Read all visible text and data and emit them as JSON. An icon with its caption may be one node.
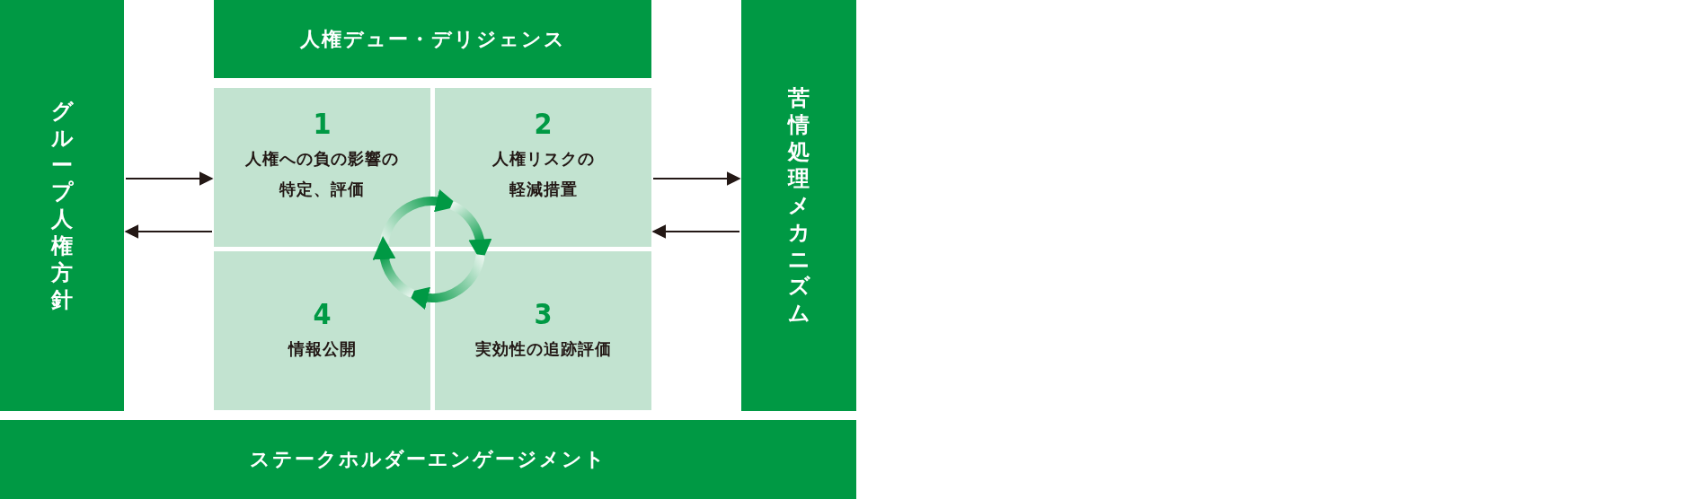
{
  "diagram": {
    "nodes": [
      {
        "text": [
          "グループ人権方針"
        ]
      },
      {
        "text": [
          "人権デュー・デリジェンス"
        ]
      },
      {
        "text": [
          "1",
          "人権への負の影響の特定、評価"
        ]
      },
      {
        "text": [
          "2",
          "人権リスクの軽減措置"
        ]
      },
      {
        "text": [
          "3",
          "実効性の追跡評価"
        ]
      },
      {
        "text": [
          "4",
          "情報公開"
        ]
      },
      {
        "text": [
          "苦情処理メカニズム"
        ]
      },
      {
        "text": [
          "ステークホルダーエンゲージメント"
        ]
      }
    ],
    "edges": [
      {
        "from": 0,
        "to": 2,
        "arrow": "to"
      },
      {
        "from": 2,
        "to": 0,
        "arrow": "to"
      },
      {
        "from": 3,
        "to": 6,
        "arrow": "to"
      },
      {
        "from": 6,
        "to": 3,
        "arrow": "to"
      },
      {
        "from": 2,
        "to": 3,
        "arrow": "to",
        "style": "thick",
        "color": "#009944"
      },
      {
        "from": 3,
        "to": 4,
        "arrow": "to",
        "style": "thick",
        "color": "#009944"
      },
      {
        "from": 4,
        "to": 5,
        "arrow": "to",
        "style": "thick",
        "color": "#009944"
      },
      {
        "from": 5,
        "to": 2,
        "arrow": "to",
        "style": "thick",
        "color": "#009944"
      }
    ]
  }
}
